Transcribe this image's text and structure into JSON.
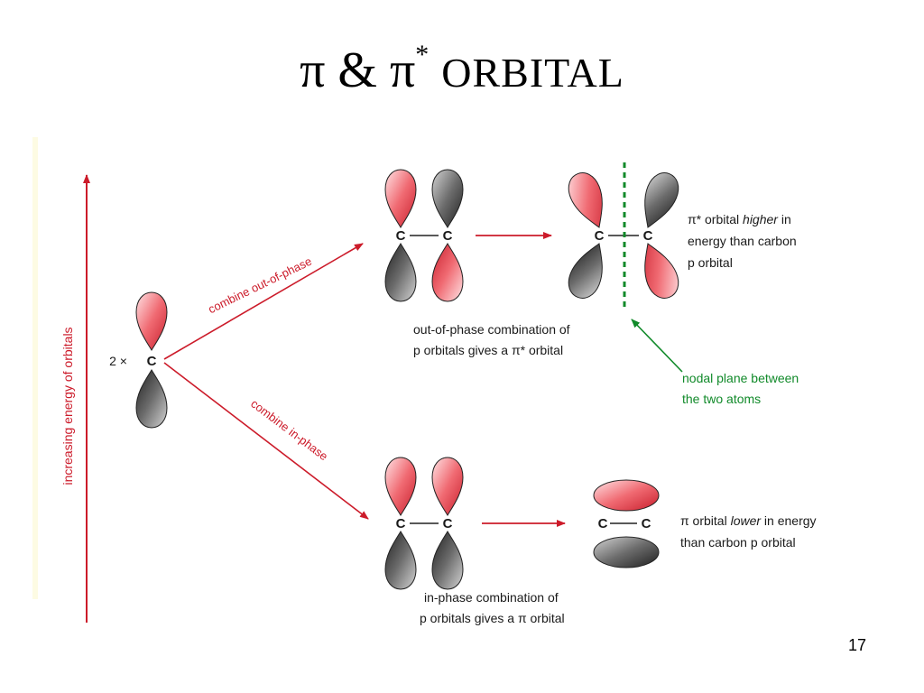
{
  "title": {
    "greek": "π & π",
    "star": "*",
    "word": "ORBITAL"
  },
  "colors": {
    "red_lobe": "#e84c55",
    "gray_lobe": "#555555",
    "arrow": "#cc1b2a",
    "nodal": "#118a2a",
    "strip": "#fdfbe3"
  },
  "axis_label": "increasing energy of orbitals",
  "start": {
    "multiplier": "2 ×",
    "atom": "C"
  },
  "paths": {
    "out_of_phase": "combine out-of-phase",
    "in_phase": "combine in-phase"
  },
  "atom_label": "C",
  "out_caption": {
    "line1": "out-of-phase combination of",
    "line2": "p orbitals gives a π* orbital"
  },
  "in_caption": {
    "line1": "in-phase combination of",
    "line2": "p orbitals gives a π orbital"
  },
  "pi_star_desc": {
    "line1_a": "π* orbital ",
    "line1_em": "higher",
    "line1_b": " in",
    "line2": "energy than carbon",
    "line3": "p orbital"
  },
  "pi_desc": {
    "line1_a": "π orbital ",
    "line1_em": "lower",
    "line1_b": " in energy",
    "line2": "than carbon p orbital"
  },
  "nodal_note": {
    "line1": "nodal plane between",
    "line2": "the two atoms"
  },
  "page_number": "17"
}
